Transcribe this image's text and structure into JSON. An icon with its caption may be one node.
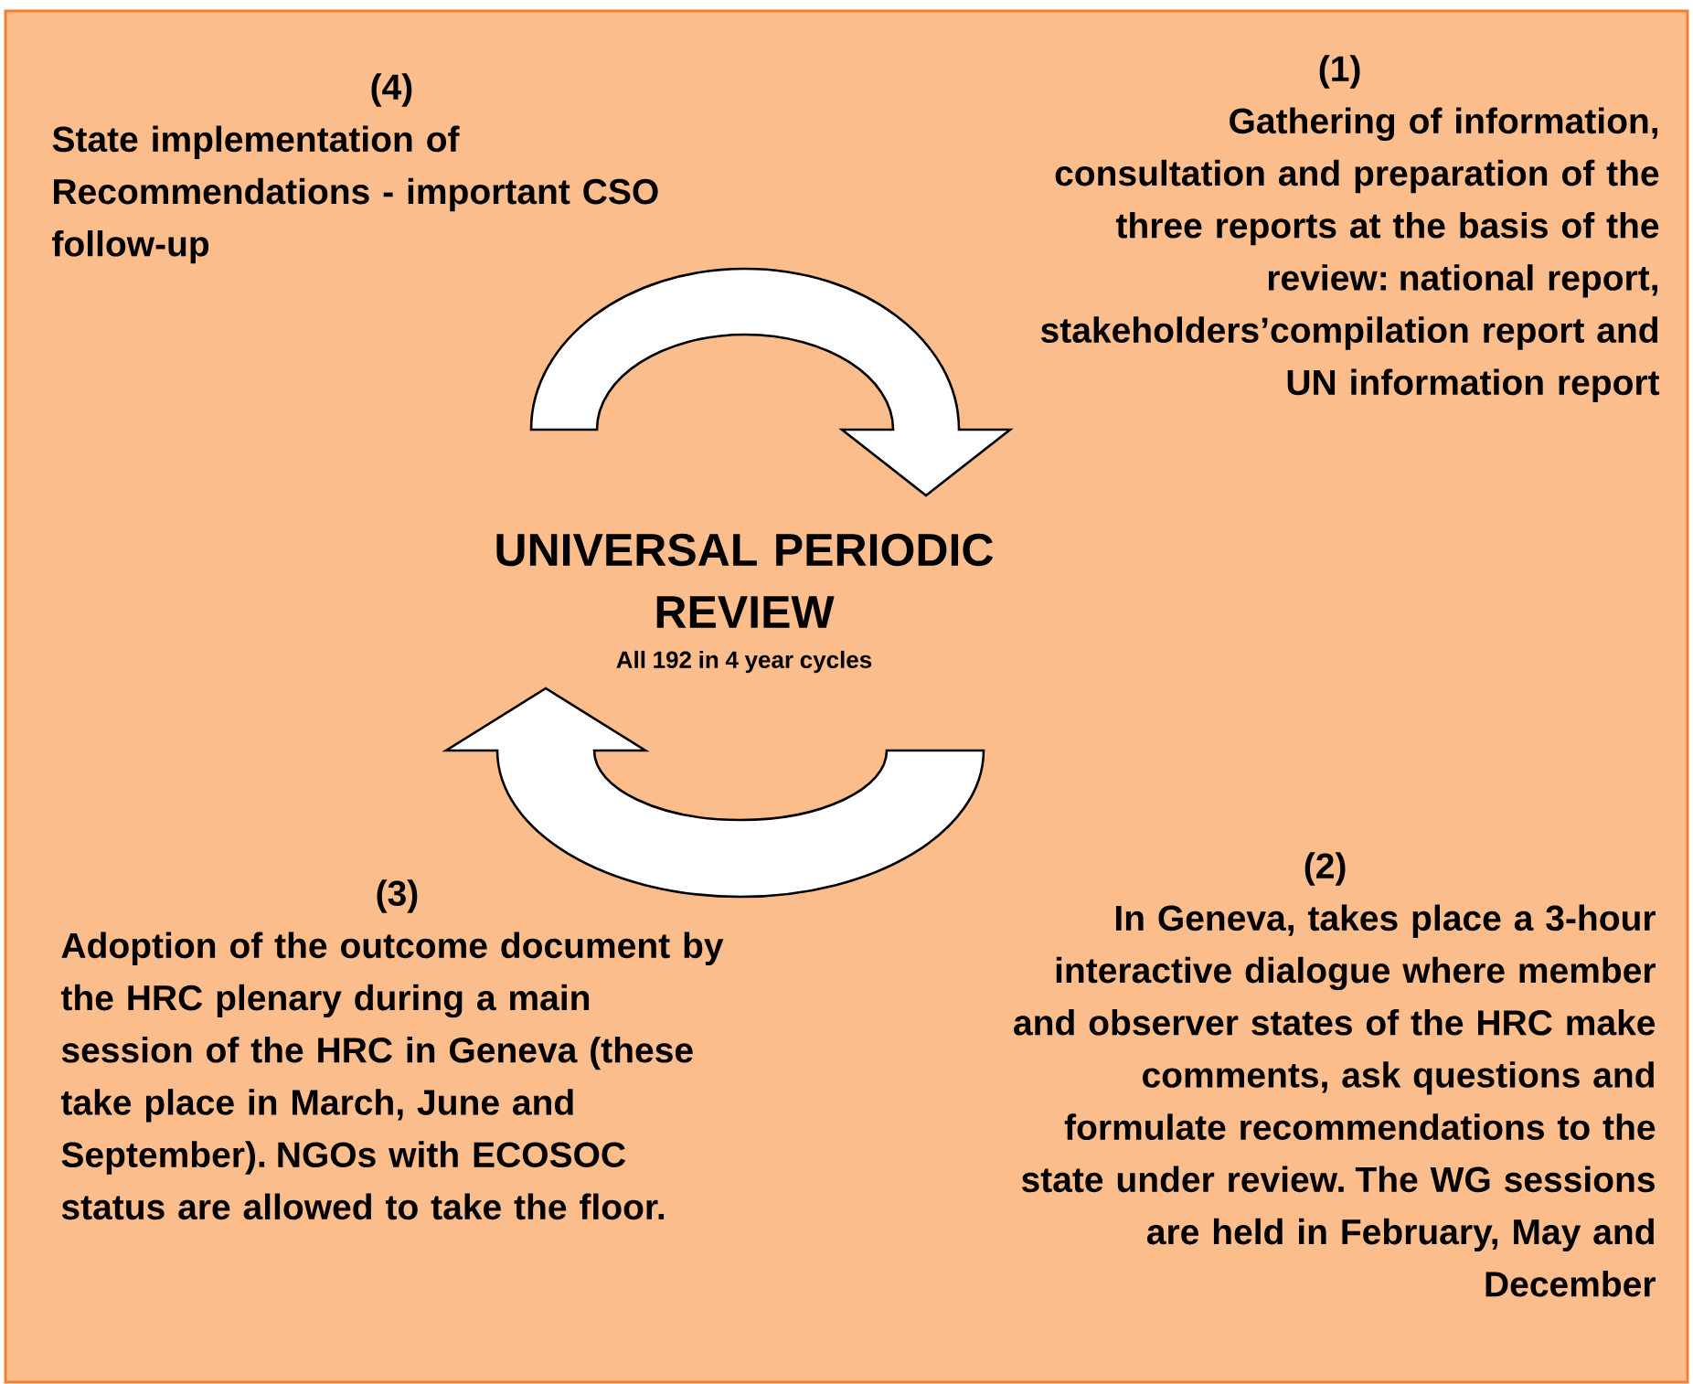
{
  "diagram": {
    "nodes": [
      {
        "text": [
          "(4)",
          "State implementation of Recommendations - important CSO follow-up"
        ]
      },
      {
        "text": [
          "(1)",
          "Gathering of information, consultation and preparation of the three reports at the basis of the review: national report, stakeholders’compilation report and UN information report"
        ]
      },
      {
        "text": [
          "UNIVERSAL PERIODIC REVIEW",
          "All 192 in 4 year cycles"
        ]
      },
      {
        "text": [
          "(3)",
          "Adoption of the outcome document by the HRC plenary during a main session of the HRC in Geneva (these take place in March, June and September). NGOs with ECOSOC status are allowed to take the floor."
        ]
      },
      {
        "text": [
          "(2)",
          "In Geneva, takes place a 3-hour interactive dialogue where member and observer states of the HRC make comments, ask questions and formulate recommendations to the state under review. The WG sessions are held in February, May and December"
        ]
      }
    ],
    "edges": [
      {
        "from": 0,
        "to": 1,
        "arrow": "to"
      },
      {
        "from": 4,
        "to": 3,
        "arrow": "to"
      }
    ]
  }
}
